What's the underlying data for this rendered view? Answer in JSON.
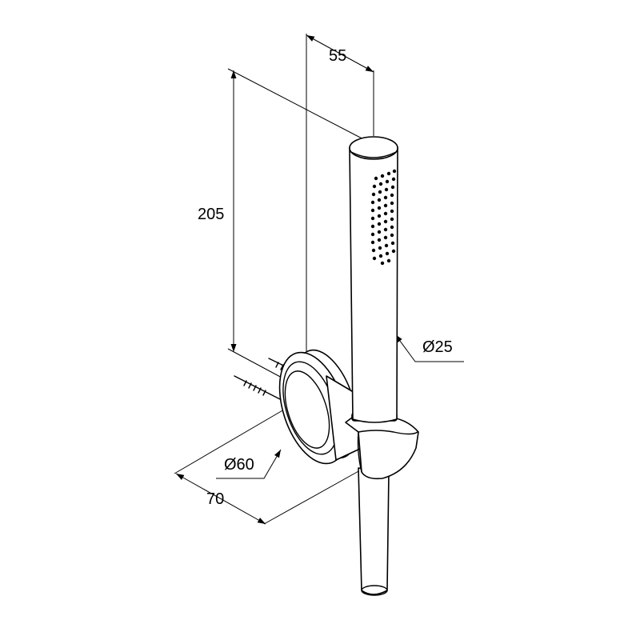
{
  "dimensions": {
    "width_55": "55",
    "height_205": "205",
    "diameter_25": "Ø25",
    "diameter_60": "Ø60",
    "length_70": "70"
  },
  "colors": {
    "line": "#000000",
    "background": "#ffffff"
  }
}
